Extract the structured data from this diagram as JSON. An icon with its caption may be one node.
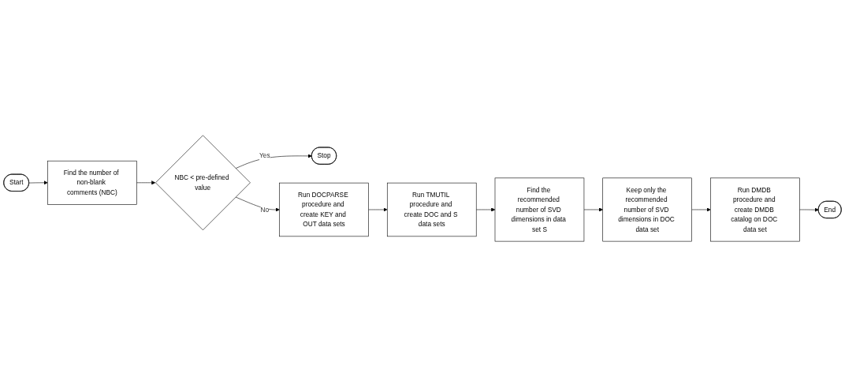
{
  "diagram": {
    "nodes": [
      {
        "text": [
          "Start"
        ]
      },
      {
        "text": [
          "Find the number of non-blank comments (NBC)"
        ]
      },
      {
        "text": [
          "NBC < pre-defined value"
        ]
      },
      {
        "text": [
          "Stop"
        ]
      },
      {
        "text": [
          "Run DOCPARSE procedure and create KEY and OUT data sets"
        ]
      },
      {
        "text": [
          "Run TMUTIL procedure and create DOC and S data sets"
        ]
      },
      {
        "text": [
          "Find the recommended number of SVD dimensions in data set S"
        ]
      },
      {
        "text": [
          "Keep only the recommended number of SVD dimensions in DOC data set"
        ]
      },
      {
        "text": [
          "Run DMDB procedure and create DMDB catalog on DOC data set"
        ]
      },
      {
        "text": [
          "End"
        ]
      }
    ],
    "edges": [
      {
        "from": 0,
        "to": 1,
        "arrow": "to"
      },
      {
        "from": 1,
        "to": 2,
        "arrow": "to"
      },
      {
        "from": 2,
        "to": 3,
        "arrow": "to",
        "label": "Yes"
      },
      {
        "from": 2,
        "to": 4,
        "arrow": "to",
        "label": "No"
      },
      {
        "from": 4,
        "to": 5,
        "arrow": "to"
      },
      {
        "from": 5,
        "to": 6,
        "arrow": "to"
      },
      {
        "from": 6,
        "to": 7,
        "arrow": "to"
      },
      {
        "from": 7,
        "to": 8,
        "arrow": "to"
      },
      {
        "from": 8,
        "to": 9,
        "arrow": "to"
      }
    ]
  }
}
